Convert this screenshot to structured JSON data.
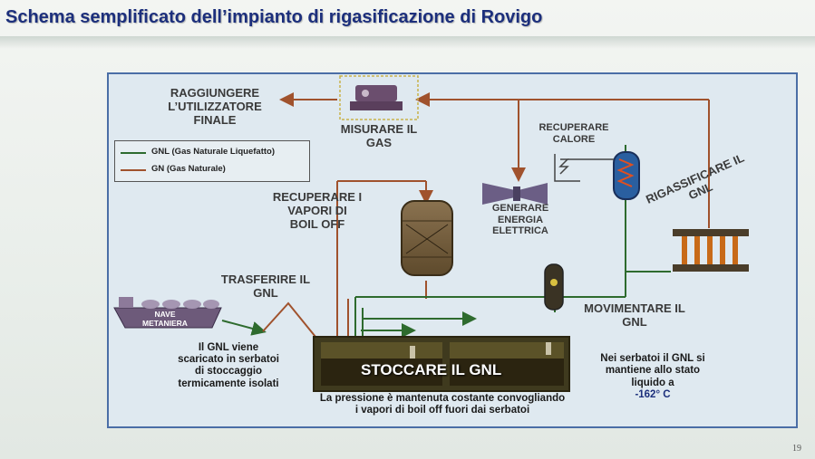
{
  "title": "Schema semplificato dell’impianto di rigasificazione di Rovigo",
  "legend": {
    "gnl_label": "GNL (Gas Naturale Liquefatto)",
    "gn_label": "GN (Gas Naturale)",
    "gnl_color": "#2e6b2e",
    "gn_color": "#a0522d"
  },
  "labels": {
    "raggiungere": "RAGGIUNGERE\nL’UTILIZZATORE\nFINALE",
    "misurare": "MISURARE IL\nGAS",
    "recuperare_calore": "RECUPERARE\nCALORE",
    "recuperare_boil": "RECUPERARE I\nVAPORI DI\nBOIL OFF",
    "generare": "GENERARE\nENERGIA\nELETTRICA",
    "rigassificare": "RIGASSIFICARE IL\nGNL",
    "trasferire": "TRASFERIRE IL\nGNL",
    "movimentare": "MOVIMENTARE IL\nGNL",
    "nave": "NAVE\nMETANIERA",
    "scaricato": "Il GNL viene\nscaricato in serbatoi\ndi stoccaggio\ntermicamente isolati",
    "serbatoi_note": "Nei serbatoi il GNL si\nmantiene allo stato\nliquido a",
    "temperature": "-162° C",
    "stoccare": "STOCCARE IL GNL",
    "pressione": "La pressione è mantenuta costante convogliando\ni vapori di boil off fuori dai serbatoi"
  },
  "icons": {
    "meter": "gas-meter-icon",
    "heat_exchanger": "heat-exchanger-icon",
    "turbine": "turbine-icon",
    "compressor": "boil-off-compressor-icon",
    "vaporizer": "vaporizer-icon",
    "pump": "pump-icon",
    "ship": "lng-ship-icon",
    "tanks": "storage-tank-icon"
  },
  "page_number": "19"
}
